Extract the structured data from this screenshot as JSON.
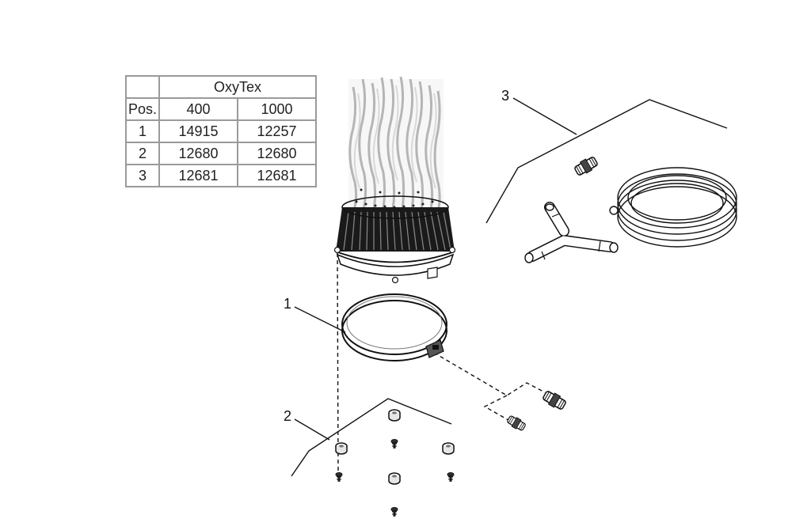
{
  "table": {
    "group_header": "OxyTex",
    "pos_label": "Pos.",
    "columns": [
      "400",
      "1000"
    ],
    "rows": [
      {
        "pos": "1",
        "v400": "14915",
        "v1000": "12257"
      },
      {
        "pos": "2",
        "v400": "12680",
        "v1000": "12680"
      },
      {
        "pos": "3",
        "v400": "12681",
        "v1000": "12681"
      }
    ]
  },
  "callouts": {
    "pos1": "1",
    "pos2": "2",
    "pos3": "3"
  }
}
